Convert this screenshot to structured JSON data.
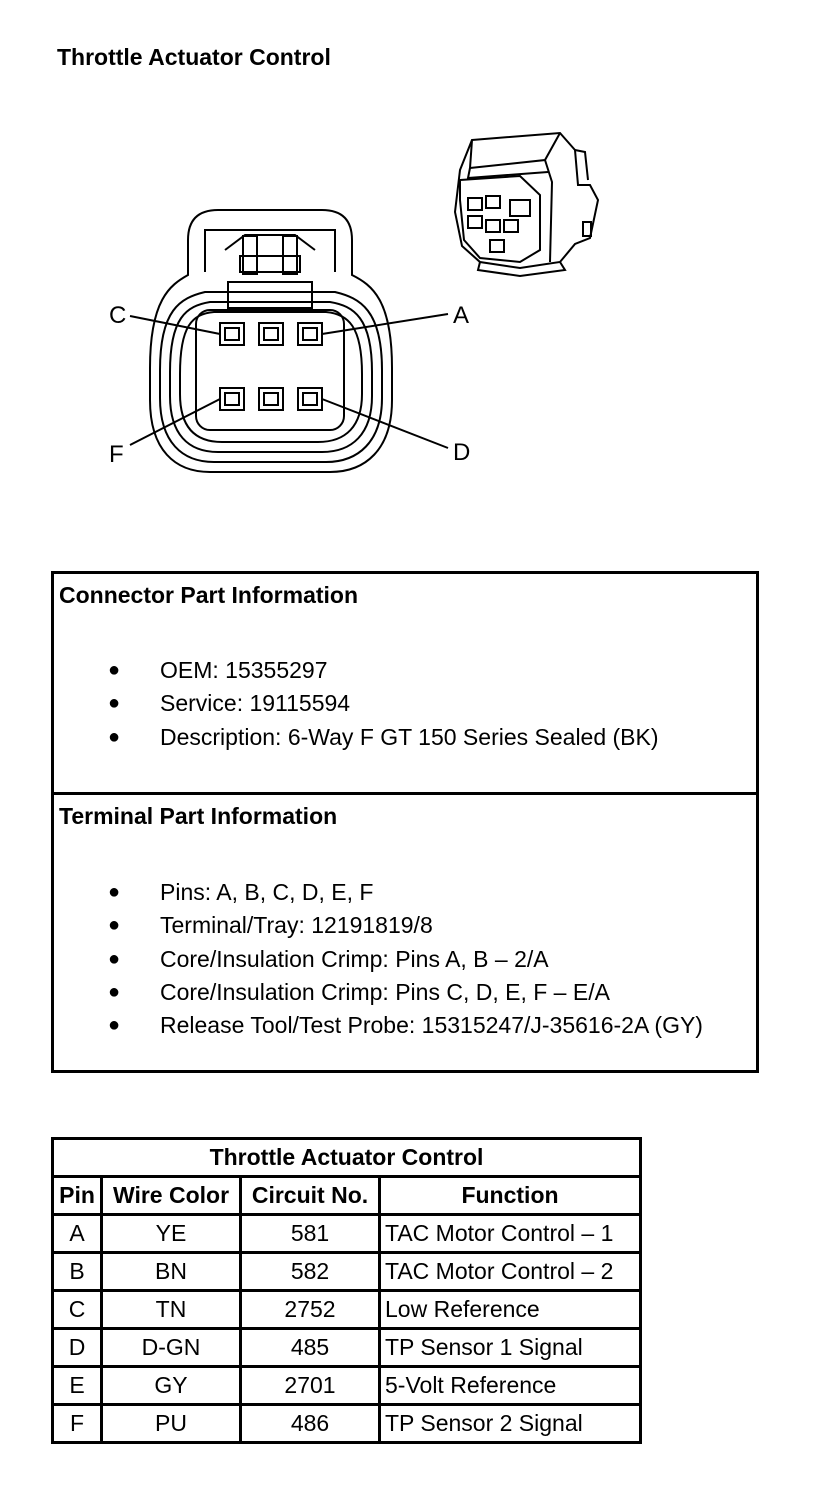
{
  "page_title": "Throttle Actuator Control",
  "connector_view": {
    "pin_labels": {
      "a": "A",
      "c": "C",
      "d": "D",
      "f": "F"
    }
  },
  "connector_info": {
    "heading": "Connector Part Information",
    "items": [
      "OEM: 15355297",
      "Service: 19115594",
      "Description: 6-Way F GT 150 Series Sealed (BK)"
    ]
  },
  "terminal_info": {
    "heading": "Terminal Part Information",
    "items": [
      "Pins: A, B, C, D, E, F",
      "Terminal/Tray: 12191819/8",
      "Core/Insulation Crimp: Pins A, B – 2/A",
      "Core/Insulation Crimp: Pins C, D, E, F – E/A",
      "Release Tool/Test Probe: 15315247/J-35616-2A (GY)"
    ]
  },
  "bullet_glyph": "●",
  "pin_table": {
    "title": "Throttle Actuator Control",
    "headers": [
      "Pin",
      "Wire Color",
      "Circuit No.",
      "Function"
    ],
    "rows": [
      [
        "A",
        "YE",
        "581",
        "TAC Motor Control – 1"
      ],
      [
        "B",
        "BN",
        "582",
        "TAC Motor Control – 2"
      ],
      [
        "C",
        "TN",
        "2752",
        "Low Reference"
      ],
      [
        "D",
        "D-GN",
        "485",
        "TP Sensor 1 Signal"
      ],
      [
        "E",
        "GY",
        "2701",
        "5-Volt Reference"
      ],
      [
        "F",
        "PU",
        "486",
        "TP Sensor 2 Signal"
      ]
    ]
  }
}
